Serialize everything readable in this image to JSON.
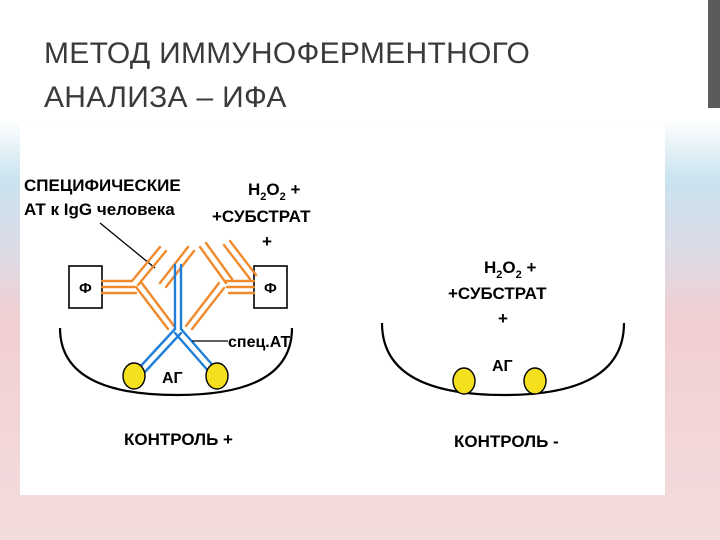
{
  "slide": {
    "title_line1": "МЕТОД ИММУНОФЕРМЕНТНОГО",
    "title_line2": "АНАЛИЗА – ИФА"
  },
  "diagram": {
    "left": {
      "specific_label_line1": "СПЕЦИФИЧЕСКИЕ",
      "specific_label_line2": "АТ к IgG человека",
      "reagent_h": "H",
      "reagent_sub2": "2",
      "reagent_o": "O",
      "reagent_plus": " +",
      "reagent_line2": "+СУБСТРАТ",
      "reagent_line3": "+",
      "enzyme_left": "Ф",
      "enzyme_right": "Ф",
      "spec_at_label": "спец.АТ",
      "antigen_label": "АГ",
      "caption": "КОНТРОЛЬ +"
    },
    "right": {
      "reagent_h": "H",
      "reagent_sub2": "2",
      "reagent_o": "O",
      "reagent_plus": " +",
      "reagent_line2": "+СУБСТРАТ",
      "reagent_line3": "+",
      "antigen_label": "АГ",
      "caption": "КОНТРОЛЬ -"
    },
    "colors": {
      "specific_antibody": "#f08a2c",
      "human_igg": "#1f7fd8",
      "antigen": "#f4e01e"
    }
  }
}
